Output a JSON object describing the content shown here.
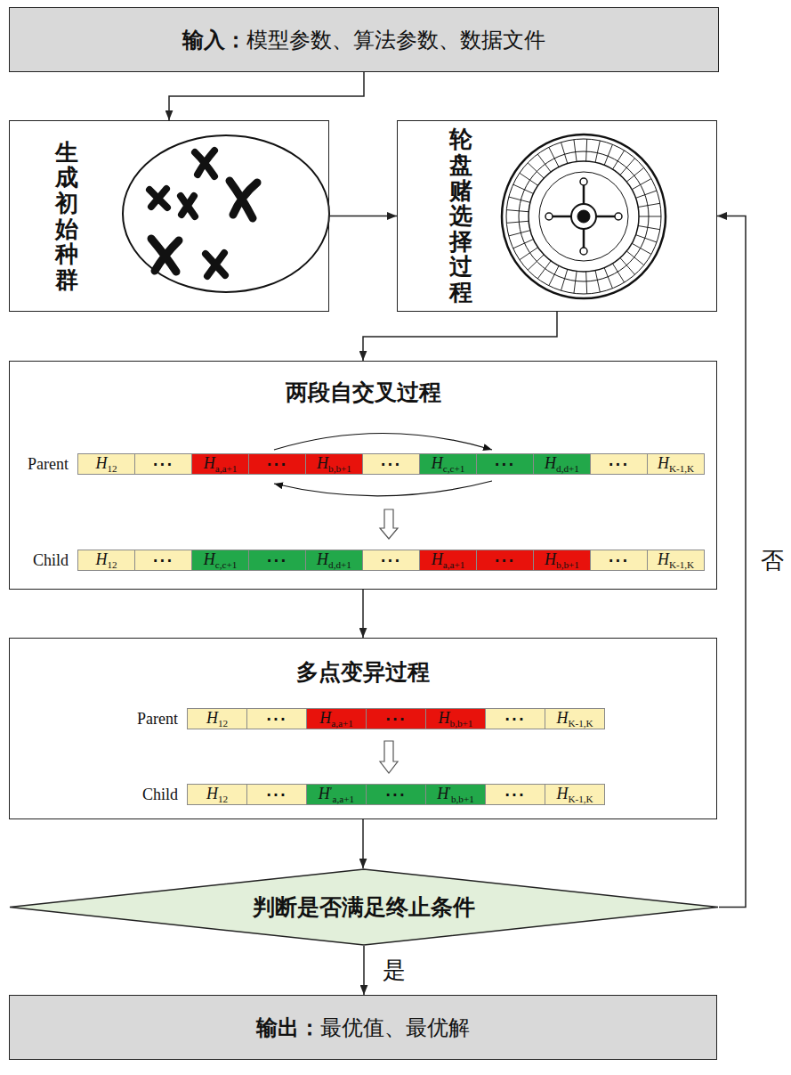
{
  "diagram": {
    "nodes": [
      {
        "text": [
          "输入：",
          "模型参数、算法参数、数据文件"
        ]
      },
      {
        "text": [
          "生成初始种群"
        ]
      },
      {
        "text": [
          "轮盘赌选择过程"
        ]
      },
      {
        "text": [
          "两段自交叉过程"
        ]
      },
      {
        "text": [
          "H",
          "12"
        ],
        "in": 3
      },
      {
        "text": [
          "···"
        ],
        "in": 3
      },
      {
        "text": [
          "H",
          "a,a+1"
        ],
        "in": 3
      },
      {
        "text": [
          "···"
        ],
        "in": 3
      },
      {
        "text": [
          "H",
          "b,b+1"
        ],
        "in": 3
      },
      {
        "text": [
          "···"
        ],
        "in": 3
      },
      {
        "text": [
          "H",
          "c,c+1"
        ],
        "in": 3
      },
      {
        "text": [
          "···"
        ],
        "in": 3
      },
      {
        "text": [
          "H",
          "d,d+1"
        ],
        "in": 3
      },
      {
        "text": [
          "···"
        ],
        "in": 3
      },
      {
        "text": [
          "H",
          "K-1,K"
        ],
        "in": 3
      },
      {
        "text": [
          "H",
          "12"
        ],
        "in": 3
      },
      {
        "text": [
          "···"
        ],
        "in": 3
      },
      {
        "text": [
          "H",
          "c,c+1"
        ],
        "in": 3
      },
      {
        "text": [
          "···"
        ],
        "in": 3
      },
      {
        "text": [
          "H",
          "d,d+1"
        ],
        "in": 3
      },
      {
        "text": [
          "···"
        ],
        "in": 3
      },
      {
        "text": [
          "H",
          "a,a+1"
        ],
        "in": 3
      },
      {
        "text": [
          "···"
        ],
        "in": 3
      },
      {
        "text": [
          "H",
          "b,b+1"
        ],
        "in": 3
      },
      {
        "text": [
          "···"
        ],
        "in": 3
      },
      {
        "text": [
          "H",
          "K-1,K"
        ],
        "in": 3
      },
      {
        "text": [
          "多点变异过程"
        ]
      },
      {
        "text": [
          "H",
          "12"
        ],
        "in": 26
      },
      {
        "text": [
          "···"
        ],
        "in": 26
      },
      {
        "text": [
          "H",
          "a,a+1"
        ],
        "in": 26
      },
      {
        "text": [
          "···"
        ],
        "in": 26
      },
      {
        "text": [
          "H",
          "b,b+1"
        ],
        "in": 26
      },
      {
        "text": [
          "···"
        ],
        "in": 26
      },
      {
        "text": [
          "H",
          "K-1,K"
        ],
        "in": 26
      },
      {
        "text": [
          "H",
          "12"
        ],
        "in": 26
      },
      {
        "text": [
          "···"
        ],
        "in": 26
      },
      {
        "text": [
          "H",
          "′",
          "a,a+1"
        ],
        "in": 26
      },
      {
        "text": [
          "···"
        ],
        "in": 26
      },
      {
        "text": [
          "H",
          "′",
          "b,b+1"
        ],
        "in": 26
      },
      {
        "text": [
          "···"
        ],
        "in": 26
      },
      {
        "text": [
          "H",
          "K-1,K"
        ],
        "in": 26
      },
      {
        "text": [
          "判断是否满足终止条件"
        ]
      },
      {
        "text": [
          "输出：",
          "最优值、最优解"
        ]
      }
    ],
    "edges": [
      {
        "from": 0,
        "to": 1,
        "arrow": "to"
      },
      {
        "from": 1,
        "to": 2,
        "arrow": "to"
      },
      {
        "from": 2,
        "to": 3,
        "arrow": "to"
      },
      {
        "from": 3,
        "to": 26,
        "arrow": "to"
      },
      {
        "from": 26,
        "to": 41,
        "arrow": "to"
      },
      {
        "from": 41,
        "to": 42,
        "label": "是",
        "arrow": "to"
      },
      {
        "from": 41,
        "to": 2,
        "label": "否",
        "arrow": "to"
      }
    ],
    "labels": [
      "Parent",
      "Child",
      "Parent",
      "Child"
    ]
  }
}
